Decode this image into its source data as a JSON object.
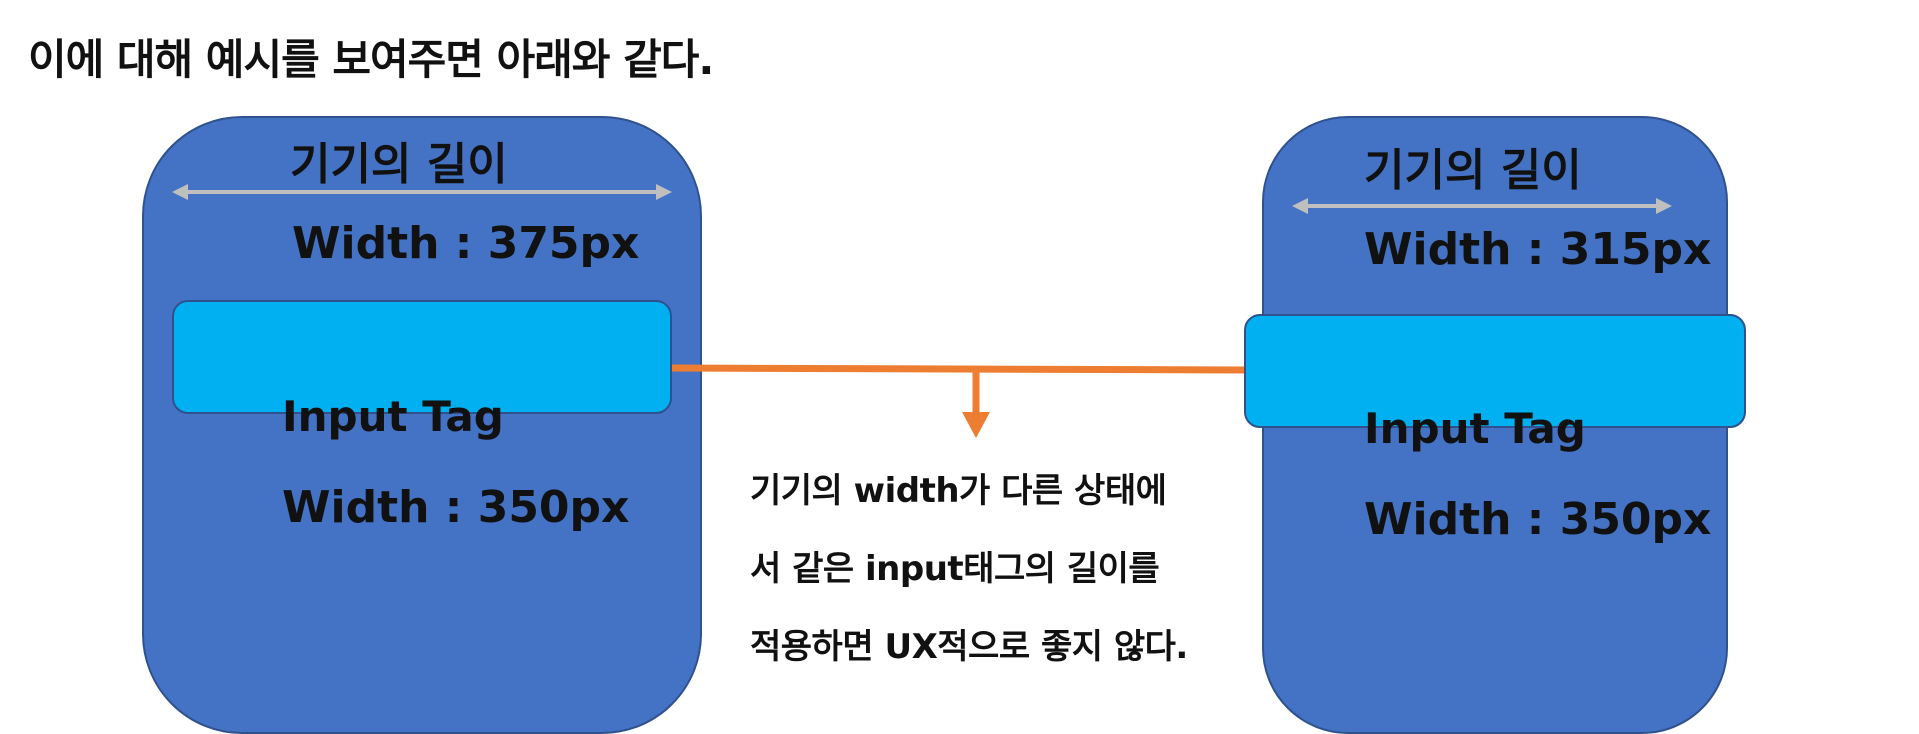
{
  "title": "이에 대해 예시를 보여주면 아래와 같다.",
  "colors": {
    "device_fill": "#4472c4",
    "device_border": "#2f528f",
    "input_fill": "#00b0f0",
    "connector": "#ed7d31",
    "width_arrow": "#bfbfbf"
  },
  "devices": [
    {
      "length_label": "기기의 길이",
      "width_label": "Width : 375px",
      "input_label": "Input Tag",
      "input_width_label": "Width : 350px"
    },
    {
      "length_label": "기기의 길이",
      "width_label": "Width : 315px",
      "input_label": "Input Tag",
      "input_width_label": "Width : 350px"
    }
  ],
  "caption": {
    "lines": [
      "기기의 width가 다른 상태에",
      "서 같은  input태그의 길이를",
      "적용하면 UX적으로 좋지 않다."
    ]
  }
}
